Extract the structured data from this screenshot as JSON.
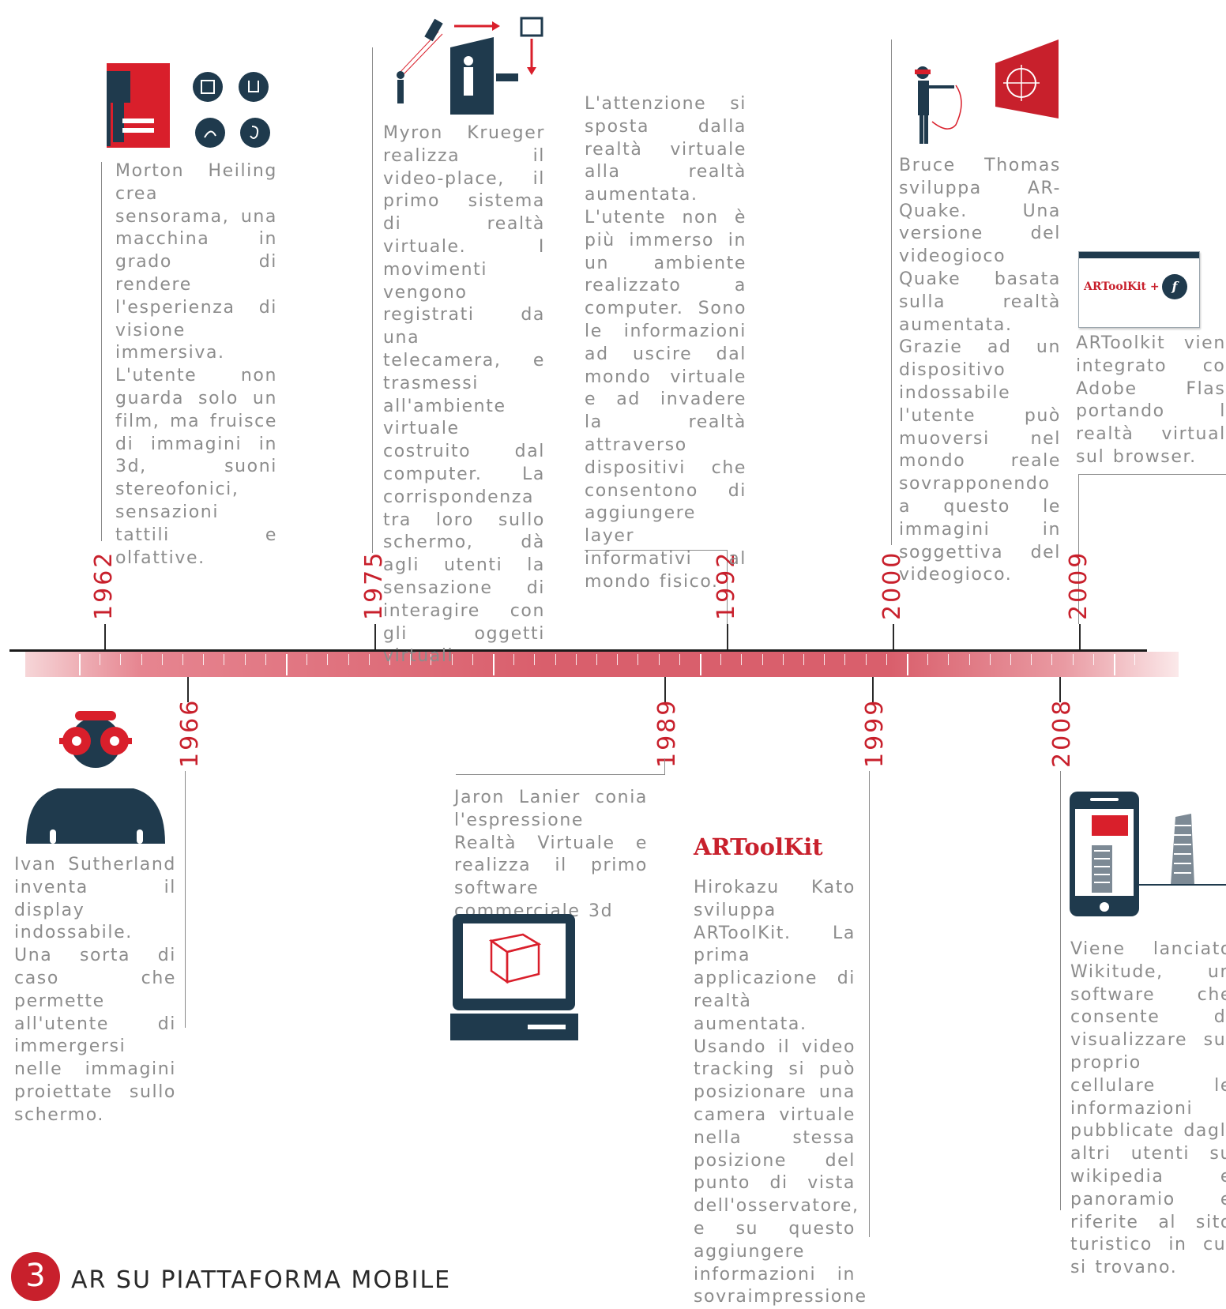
{
  "timeline": {
    "events_top": [
      {
        "year": "1962",
        "text": "Morton Heiling crea sensorama, una macchina in grado di rendere l'esperienza di visione immersiva. L'utente non guarda solo un film, ma fruisce di immagini in 3d, suoni stereofonici, sensazioni tattili e olfattive."
      },
      {
        "year": "1975",
        "text": "Myron Krueger realizza il video-place, il primo sistema di realtà virtuale. I movimenti vengono registrati da una telecamera, e trasmessi all'ambiente virtuale costruito dal computer. La corrispondenza tra loro sullo schermo, dà agli utenti la sensazione di interagire con gli oggetti virtuali"
      },
      {
        "year": "1992",
        "text": "L'attenzione si sposta dalla realtà virtuale alla realtà aumentata. L'utente non è più immerso in un ambiente realizzato a computer. Sono le informazioni ad uscire dal mondo virtuale e ad invadere la realtà attraverso dispositivi che consentono di aggiungere layer informativi al mondo fisico."
      },
      {
        "year": "2000",
        "text": "Bruce Thomas sviluppa AR-Quake. Una versione del videogioco Quake basata sulla realtà aumentata. Grazie ad un dispositivo indossabile l'utente può muoversi nel mondo reale sovrapponendo a questo le immagini in soggettiva del videogioco."
      },
      {
        "year": "2009",
        "text": "ARToolkit viene integrato con Adobe Flash portando la realtà virtuale sul browser."
      }
    ],
    "events_bottom": [
      {
        "year": "1966",
        "text": "Ivan Sutherland inventa il display indossabile. Una sorta di caso che permette all'utente di immergersi nelle immagini proiettate sullo schermo."
      },
      {
        "year": "1989",
        "text": "Jaron Lanier conia l'espressione Realtà Virtuale e realizza il primo software commerciale 3d"
      },
      {
        "year": "1999",
        "text": "Hirokazu Kato sviluppa ARToolKit. La prima applicazione di realtà aumentata. Usando il video tracking si può posizionare una camera virtuale nella stessa posizione del punto di vista dell'osservatore, e su questo aggiungere informazioni in sovraimpressione"
      },
      {
        "year": "2008",
        "text": "Viene lanciato Wikitude, un software che consente di visualizzare sul proprio cellulare le informazioni pubblicate dagli altri utenti su wikipedia e panoramio e riferite al sito turistico in cui si trovano."
      }
    ]
  },
  "logos": {
    "artoolkit_title": "ARToolKit",
    "artoolkit_flash_label": "ARToolKit +",
    "flash_glyph": "f"
  },
  "section": {
    "number": "3",
    "title": "AR SU PIATTAFORMA MOBILE"
  },
  "colors": {
    "accent": "#c8202c",
    "dark": "#1f3a4d",
    "text": "#8c8c8c"
  }
}
